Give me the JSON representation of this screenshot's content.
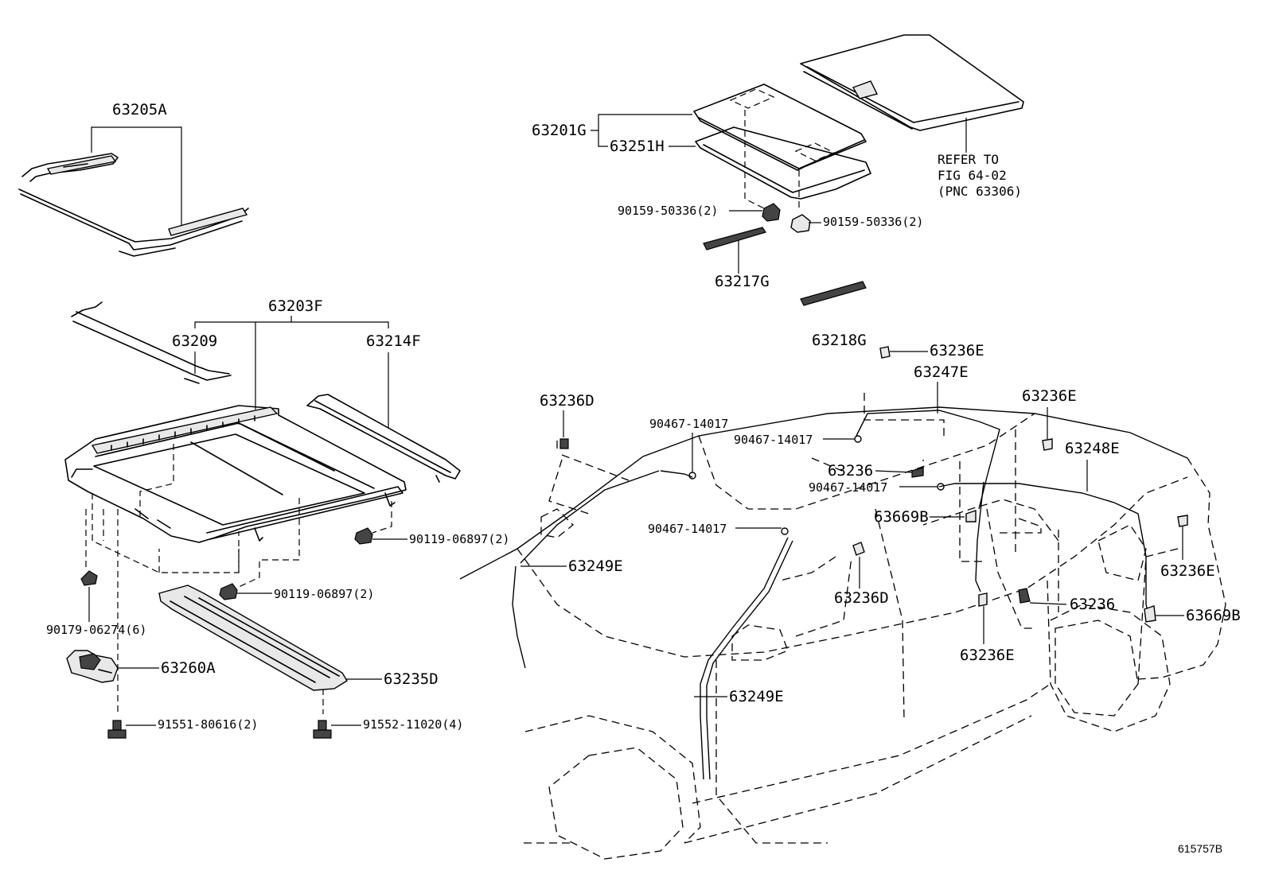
{
  "figure_id": "615757B",
  "labels": {
    "p63205A": "63205A",
    "p63203F": "63203F",
    "p63209": "63209",
    "p63214F": "63214F",
    "p63201G": "63201G",
    "p63251H": "63251H",
    "p90159_left": "90159-50336(2)",
    "p90159_right": "90159-50336(2)",
    "p63217G": "63217G",
    "p63218G": "63218G",
    "refer_line1": "REFER TO",
    "refer_line2": "FIG 64-02",
    "refer_line3": "(PNC 63306)",
    "p90119_a": "90119-06897(2)",
    "p90119_b": "90119-06897(2)",
    "p90179": "90179-06274(6)",
    "p63260A": "63260A",
    "p63235D": "63235D",
    "p91551": "91551-80616(2)",
    "p91552": "91552-11020(4)",
    "p63236D_top": "63236D",
    "p63236E_top": "63236E",
    "p63247E": "63247E",
    "p63236E_right": "63236E",
    "p63248E": "63248E",
    "p90467_a": "90467-14017",
    "p90467_b": "90467-14017",
    "p63236_mid": "63236",
    "p90467_c": "90467-14017",
    "p90467_d": "90467-14017",
    "p63669B_mid": "63669B",
    "p63249E_top": "63249E",
    "p63236D_mid": "63236D",
    "p63236E_rear": "63236E",
    "p63236_low": "63236",
    "p63669B_rear": "63669B",
    "p63236E_low": "63236E",
    "p63249E_low": "63249E"
  }
}
